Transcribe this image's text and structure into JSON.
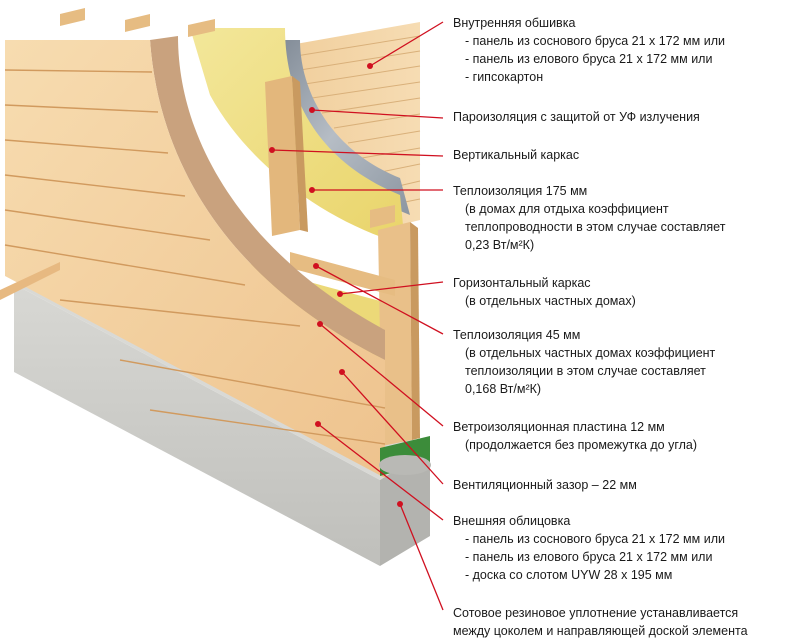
{
  "colors": {
    "leader": "#d01020",
    "wood_light": "#f4d3a3",
    "wood_mid": "#e9bb82",
    "insulation": "#efe07a",
    "membrane": "#9aa3ad",
    "concrete": "#cfcfcb",
    "board": "#c7a07c"
  },
  "labels": [
    {
      "title": "Внутренняя обшивка",
      "bullets": [
        "панель из соснового бруса 21 x 172 мм или",
        "панель из елового бруса 21 x 172 мм или",
        "гипсокартон"
      ]
    },
    {
      "title": "Пароизоляция с защитой от УФ излучения"
    },
    {
      "title": "Вертикальный каркас"
    },
    {
      "title": "Теплоизоляция 175 мм",
      "sub": [
        "(в домах для отдыха коэффициент",
        "теплопроводности в этом случае составляет",
        "0,23 Вт/м²К)"
      ]
    },
    {
      "title": "Горизонтальный каркас",
      "sub": [
        "(в отдельных частных домах)"
      ]
    },
    {
      "title": "Теплоизоляция 45 мм",
      "sub": [
        "(в отдельных частных домах коэффициент",
        "теплоизоляции в этом случае составляет",
        "0,168 Вт/м²К)"
      ]
    },
    {
      "title": "Ветроизоляционная пластина 12 мм",
      "sub": [
        "(продолжается без промежутка до угла)"
      ]
    },
    {
      "title": "Вентиляционный зазор – 22 мм"
    },
    {
      "title": "Внешняя облицовка",
      "bullets": [
        "панель из соснового бруса 21 x 172 мм или",
        "панель из елового бруса 21 x 172 мм или",
        "доска со слотом UYW 28 x 195 мм"
      ]
    },
    {
      "title": "Сотовое резиновое уплотнение устанавливается",
      "sub_plain": [
        "между цоколем и направляющей доской элемента"
      ]
    }
  ]
}
